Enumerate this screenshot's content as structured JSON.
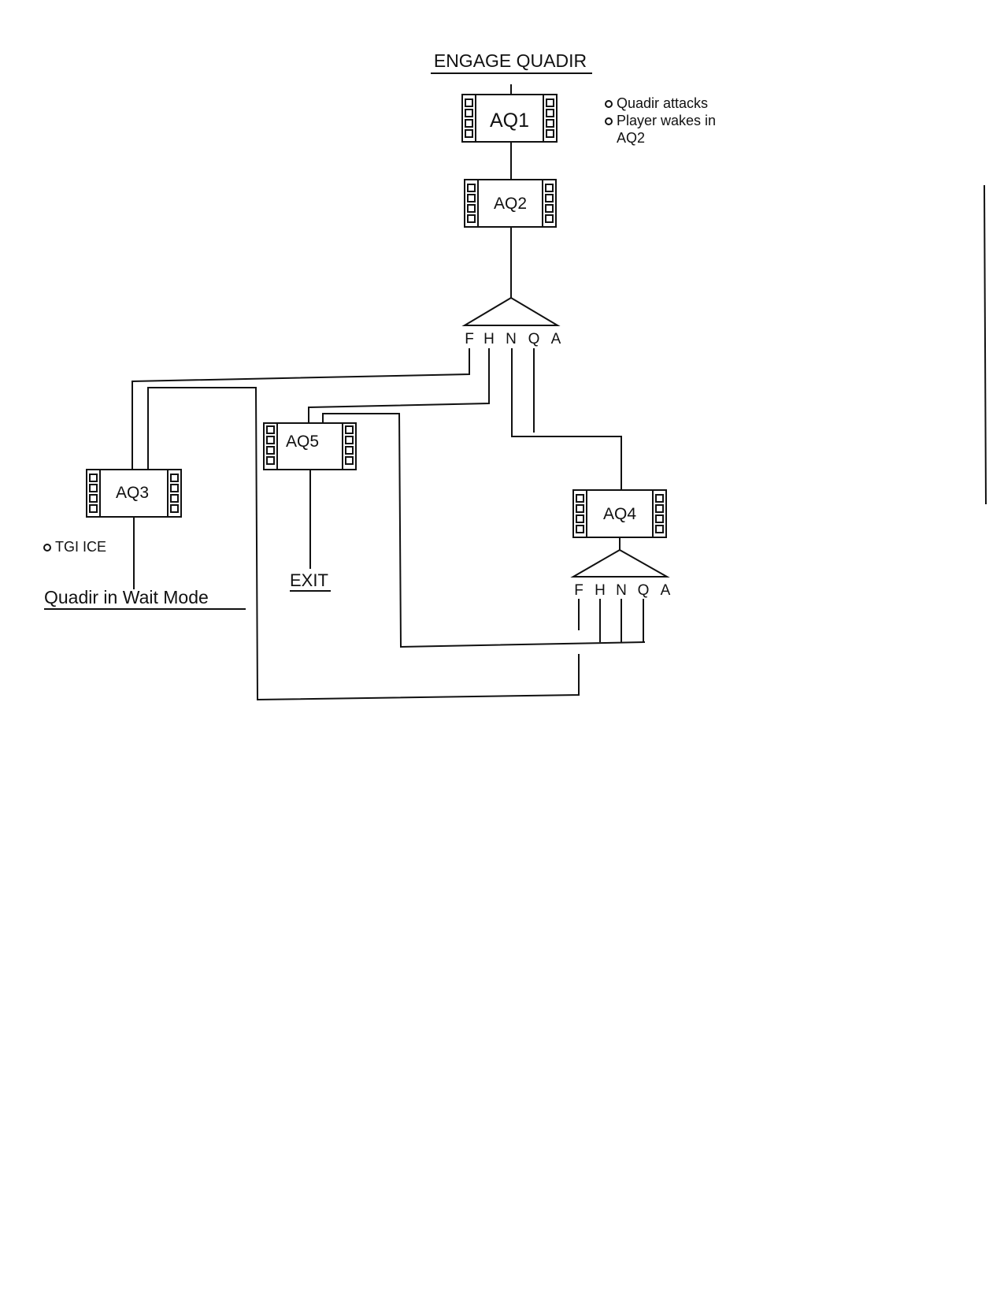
{
  "title": "ENGAGE QUADIR",
  "nodes": {
    "aq1": "AQ1",
    "aq2": "AQ2",
    "aq3": "AQ3",
    "aq4": "AQ4",
    "aq5": "AQ5"
  },
  "notes": {
    "aq1_note_1": "Quadir attacks",
    "aq1_note_2_line1": "Player wakes in",
    "aq1_note_2_line2": "AQ2",
    "aq3_note": "TGI ICE"
  },
  "branch_letters_top": [
    "F",
    "H",
    "N",
    "Q",
    "A"
  ],
  "branch_letters_bottom": [
    "F",
    "H",
    "N",
    "Q",
    "A"
  ],
  "endpoints": {
    "wait_mode": "Quadir in Wait Mode",
    "exit": "EXIT"
  }
}
